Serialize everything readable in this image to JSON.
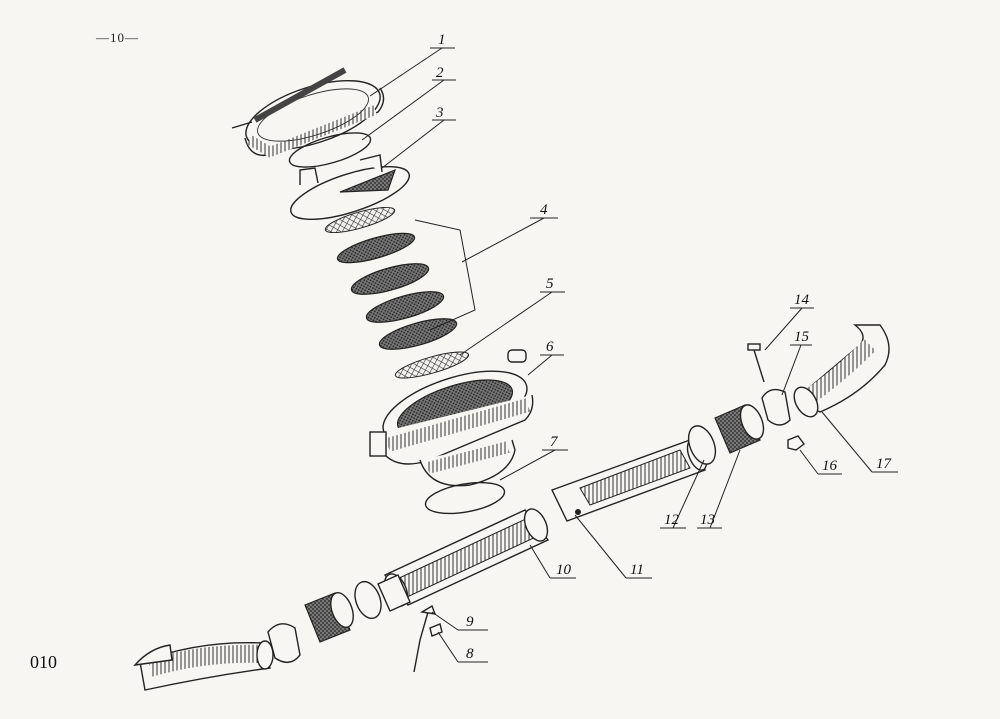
{
  "page_number": "—10—",
  "figure_id": "010",
  "callouts": [
    {
      "label": "1"
    },
    {
      "label": "2"
    },
    {
      "label": "3"
    },
    {
      "label": "4"
    },
    {
      "label": "5"
    },
    {
      "label": "6"
    },
    {
      "label": "7"
    },
    {
      "label": "8"
    },
    {
      "label": "9"
    },
    {
      "label": "10"
    },
    {
      "label": "11"
    },
    {
      "label": "12"
    },
    {
      "label": "13"
    },
    {
      "label": "14"
    },
    {
      "label": "15"
    },
    {
      "label": "16"
    },
    {
      "label": "17"
    }
  ]
}
